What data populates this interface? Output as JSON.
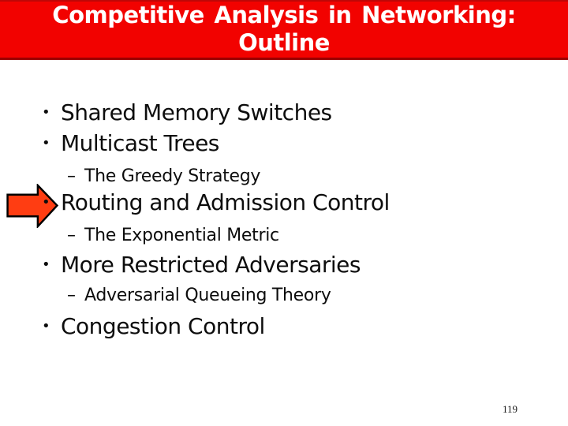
{
  "slide": {
    "title_line1": "Competitive Analysis in Networking:",
    "title_line2": "Outline",
    "page_number": "119"
  },
  "outline": {
    "bullet_char": "•",
    "sub_bullet_char": "–",
    "items": [
      {
        "level": 1,
        "text": "Shared Memory Switches",
        "highlighted": false
      },
      {
        "level": 1,
        "text": "Multicast Trees",
        "highlighted": true
      },
      {
        "level": 2,
        "text": "The Greedy Strategy",
        "highlighted": false
      },
      {
        "level": 1,
        "text": "Routing and Admission Control",
        "highlighted": false
      },
      {
        "level": 2,
        "text": "The Exponential Metric",
        "highlighted": false
      },
      {
        "level": 1,
        "text": "More Restricted Adversaries",
        "highlighted": false
      },
      {
        "level": 2,
        "text": "Adversarial Queueing Theory",
        "highlighted": false
      },
      {
        "level": 1,
        "text": "Congestion Control",
        "highlighted": false
      }
    ]
  },
  "colors": {
    "banner_background": "#F20200",
    "banner_edge": "#9B0000",
    "title_text": "#FFFFFF",
    "body_text": "#0D0D0D",
    "arrow_fill": "#FF3D12",
    "arrow_outline": "#000000"
  }
}
